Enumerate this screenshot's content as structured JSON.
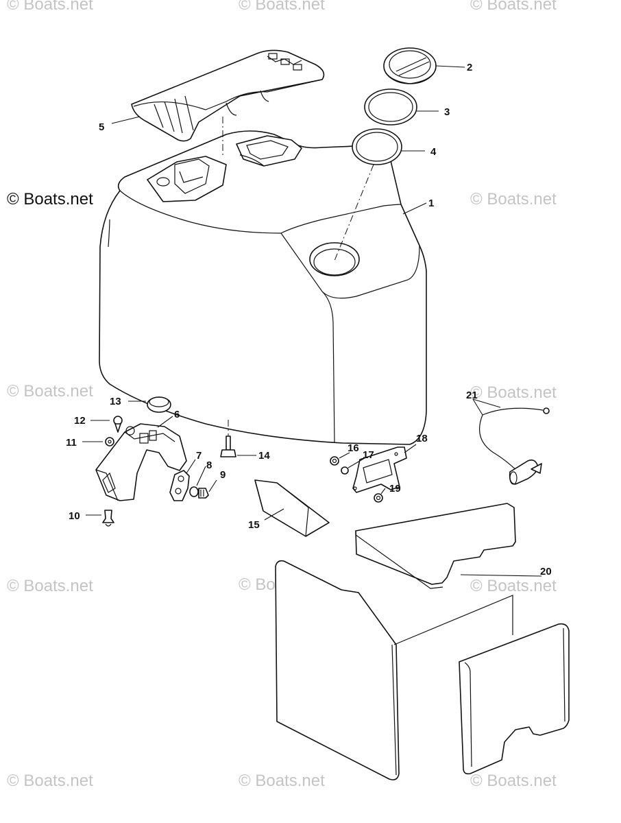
{
  "watermark_text": "© Boats.net",
  "callouts": {
    "c1": "1",
    "c2": "2",
    "c3": "3",
    "c4": "4",
    "c5": "5",
    "c6": "6",
    "c7": "7",
    "c8": "8",
    "c9": "9",
    "c10": "10",
    "c11": "11",
    "c12": "12",
    "c13": "13",
    "c14": "14",
    "c15": "15",
    "c16": "16",
    "c17": "17",
    "c18": "18",
    "c19": "19",
    "c20": "20",
    "c21": "21"
  }
}
